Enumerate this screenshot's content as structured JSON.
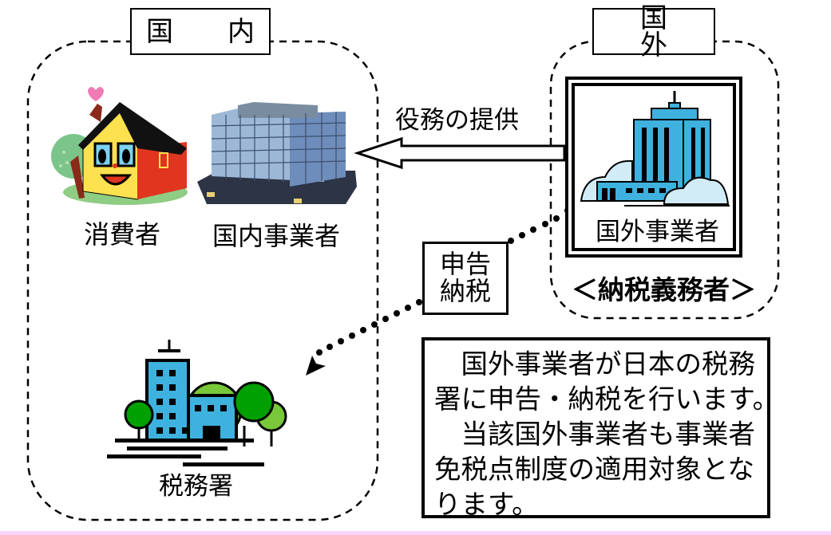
{
  "domestic": {
    "title": "国　内",
    "consumer_label": "消費者",
    "domestic_business_label": "国内事業者",
    "tax_office_label": "税務署",
    "icons": {
      "consumer": "house-character-icon",
      "domestic_business": "glass-office-building-icon",
      "tax_office": "government-building-with-trees-icon"
    }
  },
  "foreign": {
    "title": "国　外",
    "foreign_business_label": "国外事業者",
    "taxpayer_label": "＜納税義務者＞",
    "icons": {
      "foreign_business": "skyscraper-with-clouds-icon"
    }
  },
  "flows": {
    "service_provision_label": "役務の提供",
    "declaration_label_line1": "申告",
    "declaration_label_line2": "納税"
  },
  "note": {
    "lines": [
      "　国外事業者が日本の税務",
      "署に申告・納税を行います。",
      "　当該国外事業者も事業者",
      "免税点制度の適用対象とな",
      "ります。"
    ]
  },
  "colors": {
    "building_blue": "#3fb1de",
    "tree_green": "#00a000",
    "tree_light_green": "#78c83a",
    "cloud_blue": "#d2ecf7",
    "footer_pink": "#fbd3fb"
  }
}
